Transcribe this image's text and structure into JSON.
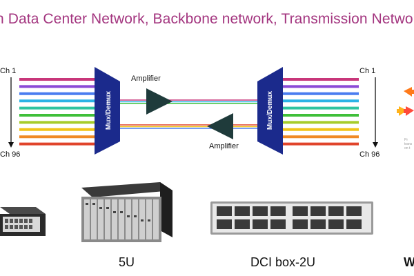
{
  "header": {
    "title": "n Data Center Network, Backbone network, Transmission Network"
  },
  "diagram": {
    "ch_first": "Ch 1",
    "ch_last": "Ch 96",
    "mux_label": "Mux/Demux",
    "amplifier_label": "Amplifier",
    "wavelength_colors": [
      "#c8367a",
      "#8b4bd6",
      "#4a7df0",
      "#2bb3e6",
      "#2ec4a0",
      "#3fbf3a",
      "#a6cc2a",
      "#f0c419",
      "#f08a24",
      "#e0442b"
    ],
    "mux_color": "#1b2a8c",
    "amp_color": "#1f3b3b"
  },
  "products": {
    "captions": [
      "5U",
      "DCI box-2U",
      "W"
    ]
  },
  "side_note": {
    "lines": [
      "Pr",
      "trans",
      "on t"
    ]
  }
}
